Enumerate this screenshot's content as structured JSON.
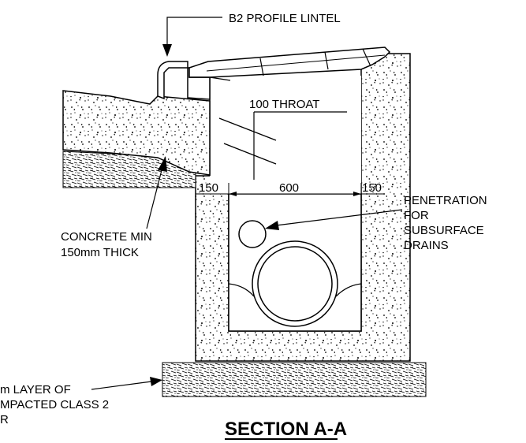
{
  "labels": {
    "lintel": "B2 PROFILE LINTEL",
    "throat": "100 THROAT",
    "dim_left": "150",
    "dim_mid": "600",
    "dim_right": "150",
    "penetration_1": "PENETRATION",
    "penetration_2": "FOR",
    "penetration_3": "SUBSURFACE",
    "penetration_4": "DRAINS",
    "concrete_1": "CONCRETE MIN",
    "concrete_2": "150mm THICK",
    "bedding_1": "m LAYER OF",
    "bedding_2": "MPACTED CLASS 2",
    "bedding_3": "R"
  },
  "title": "SECTION A-A"
}
